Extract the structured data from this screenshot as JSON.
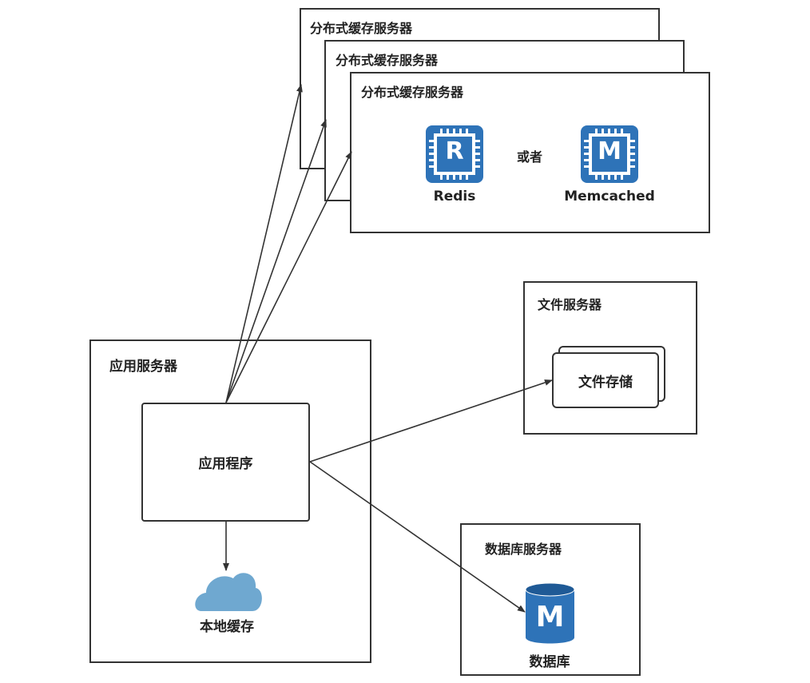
{
  "cache_cluster": {
    "server_titles": [
      "分布式缓存服务器",
      "分布式缓存服务器",
      "分布式缓存服务器"
    ],
    "redis": {
      "letter": "R",
      "label": "Redis",
      "icon": "chip-icon"
    },
    "or_text": "或者",
    "memcached": {
      "letter": "M",
      "label": "Memcached",
      "icon": "chip-icon"
    }
  },
  "file_server": {
    "title": "文件服务器",
    "storage_label": "文件存储"
  },
  "app_server": {
    "title": "应用服务器",
    "app_label": "应用程序",
    "local_cache_label": "本地缓存"
  },
  "db_server": {
    "title": "数据库服务器",
    "db_letter": "M",
    "db_label": "数据库"
  },
  "colors": {
    "icon_blue": "#2e73b8",
    "icon_dark": "#1f5a96",
    "cloud": "#6fa8d0",
    "line": "#333333"
  }
}
